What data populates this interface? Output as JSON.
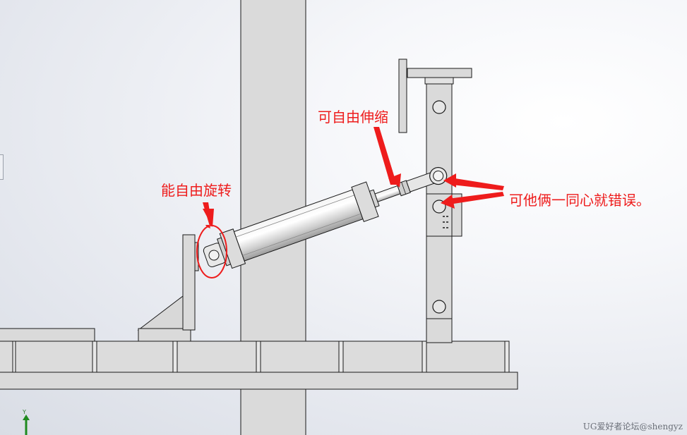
{
  "annotations": {
    "rotate_label": "能自由旋转",
    "extend_label": "可自由伸缩",
    "error_label": "可他俩一同心就错误。"
  },
  "watermark": "UG爱好者论坛@shengyz",
  "triad_axis": "Y",
  "colors": {
    "annotation_red": "#ee1c1c",
    "part_fill": "#d9d9d9",
    "edge": "#1a1a1a",
    "background": "#e3e6ed"
  }
}
